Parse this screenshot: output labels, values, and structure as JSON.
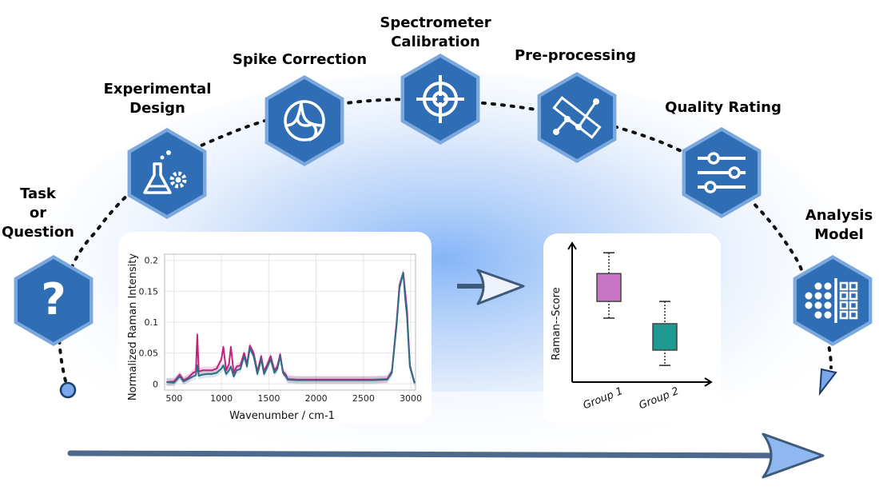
{
  "steps": [
    {
      "id": "task",
      "label": "Task\nor\nQuestion",
      "icon": "question-mark-icon"
    },
    {
      "id": "design",
      "label": "Experimental\nDesign",
      "icon": "flask-gear-icon"
    },
    {
      "id": "spike",
      "label": "Spike Correction",
      "icon": "spike-correction-icon"
    },
    {
      "id": "calibration",
      "label": "Spectrometer\nCalibration",
      "icon": "crosshair-target-icon"
    },
    {
      "id": "preprocessing",
      "label": "Pre-processing",
      "icon": "ruler-graph-icon"
    },
    {
      "id": "quality",
      "label": "Quality Rating",
      "icon": "sliders-icon"
    },
    {
      "id": "model",
      "label": "Analysis\nModel",
      "icon": "classification-grid-icon"
    }
  ],
  "colors": {
    "hex_fill": "#2f6eb5",
    "hex_stroke": "#7aa7dc",
    "glow": "#6fa8f5",
    "arrow_fill": "#8fb8f0",
    "arrow_stroke": "#3e5a7a",
    "timeline": "#4d6a8c",
    "series_magenta": "#c2227f",
    "series_teal": "#2b6f86",
    "box_group1": "#c676c4",
    "box_group2": "#1f9a92"
  },
  "chart_data": [
    {
      "type": "line",
      "title": "",
      "xlabel": "Wavenumber / cm-1",
      "ylabel": "Normalized Raman Intensity",
      "xlim": [
        400,
        3050
      ],
      "ylim": [
        -0.01,
        0.21
      ],
      "xticks": [
        500,
        1000,
        1500,
        2000,
        2500,
        3000
      ],
      "yticks": [
        0,
        0.05,
        0.1,
        0.15,
        0.2
      ],
      "ytick_labels": [
        "0",
        "0.05",
        "0.1",
        "0.15",
        "0.2"
      ],
      "grid": true,
      "series": [
        {
          "color": "#c2227f",
          "band": true,
          "x": [
            420,
            500,
            560,
            600,
            650,
            700,
            730,
            745,
            760,
            800,
            850,
            900,
            950,
            1000,
            1020,
            1050,
            1080,
            1100,
            1130,
            1160,
            1200,
            1240,
            1270,
            1300,
            1340,
            1380,
            1420,
            1450,
            1480,
            1520,
            1560,
            1590,
            1620,
            1650,
            1680,
            1700,
            1800,
            2000,
            2200,
            2400,
            2600,
            2750,
            2800,
            2850,
            2880,
            2920,
            2940,
            2960,
            2990,
            3040
          ],
          "y": [
            0.003,
            0.004,
            0.015,
            0.006,
            0.01,
            0.018,
            0.02,
            0.08,
            0.02,
            0.022,
            0.022,
            0.022,
            0.025,
            0.04,
            0.06,
            0.022,
            0.032,
            0.06,
            0.018,
            0.028,
            0.03,
            0.05,
            0.032,
            0.062,
            0.05,
            0.02,
            0.045,
            0.02,
            0.03,
            0.045,
            0.022,
            0.028,
            0.048,
            0.02,
            0.015,
            0.008,
            0.007,
            0.007,
            0.007,
            0.007,
            0.007,
            0.008,
            0.02,
            0.1,
            0.16,
            0.18,
            0.15,
            0.12,
            0.03,
            0.002
          ]
        },
        {
          "color": "#2b6f86",
          "band": true,
          "x": [
            420,
            500,
            560,
            600,
            650,
            700,
            730,
            745,
            760,
            800,
            850,
            900,
            950,
            1000,
            1020,
            1050,
            1080,
            1100,
            1130,
            1160,
            1200,
            1240,
            1270,
            1300,
            1340,
            1380,
            1420,
            1450,
            1480,
            1520,
            1560,
            1590,
            1620,
            1650,
            1680,
            1700,
            1800,
            2000,
            2200,
            2400,
            2600,
            2750,
            2800,
            2850,
            2880,
            2920,
            2940,
            2960,
            2990,
            3040
          ],
          "y": [
            0.003,
            0.002,
            0.012,
            0.004,
            0.008,
            0.012,
            0.014,
            0.03,
            0.013,
            0.015,
            0.016,
            0.016,
            0.018,
            0.025,
            0.03,
            0.016,
            0.022,
            0.028,
            0.012,
            0.022,
            0.024,
            0.045,
            0.028,
            0.058,
            0.045,
            0.016,
            0.04,
            0.016,
            0.026,
            0.04,
            0.018,
            0.024,
            0.045,
            0.018,
            0.012,
            0.007,
            0.006,
            0.006,
            0.006,
            0.006,
            0.006,
            0.007,
            0.018,
            0.095,
            0.155,
            0.18,
            0.14,
            0.11,
            0.028,
            0.001
          ]
        }
      ]
    },
    {
      "type": "box",
      "title": "",
      "xlabel": "",
      "ylabel": "Raman--Score",
      "categories": [
        "Group 1",
        "Group 2"
      ],
      "ylim": [
        0,
        10
      ],
      "series": [
        {
          "color": "#c676c4",
          "whisker_low": 4.6,
          "q1": 5.8,
          "median": 6.9,
          "q3": 7.8,
          "whisker_high": 9.3
        },
        {
          "color": "#1f9a92",
          "whisker_low": 1.2,
          "q1": 2.3,
          "median": 3.0,
          "q3": 4.2,
          "whisker_high": 5.8
        }
      ]
    }
  ]
}
